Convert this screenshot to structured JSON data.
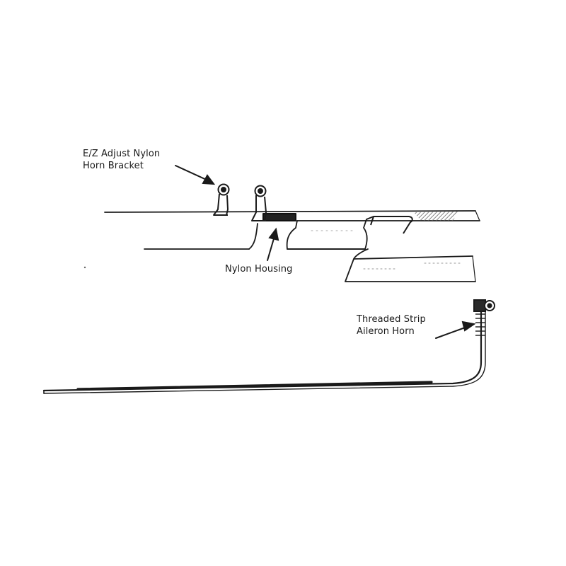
{
  "labels": {
    "horn_bracket": {
      "line1": "E/Z Adjust Nylon",
      "line2": "Horn Bracket"
    },
    "nylon_housing": {
      "line1": "Nylon Housing"
    },
    "threaded_strip": {
      "line1": "Threaded Strip",
      "line2": "Aileron Horn"
    }
  },
  "colors": {
    "ink": "#1a1a1a",
    "hatch": "#777777",
    "background": "#ffffff"
  }
}
